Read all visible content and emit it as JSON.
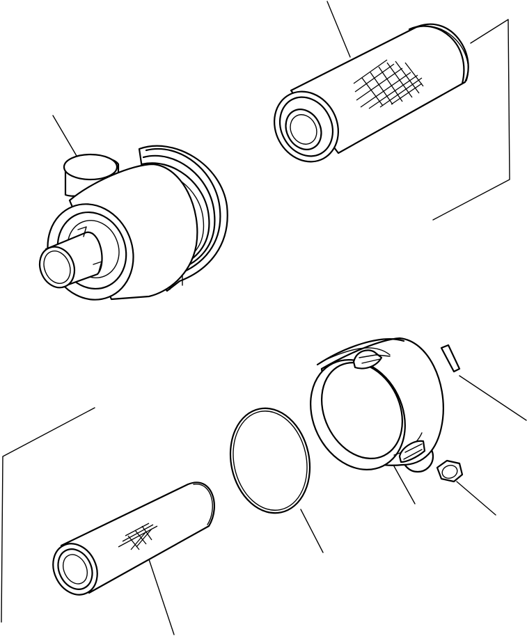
{
  "diagram": {
    "parts": [
      {
        "name": "outer-filter-element",
        "icon": "cylindrical-mesh-filter"
      },
      {
        "name": "air-cleaner-body",
        "icon": "finned-housing"
      },
      {
        "name": "inner-safety-element",
        "icon": "small-mesh-filter"
      },
      {
        "name": "o-ring-seal",
        "icon": "ring"
      },
      {
        "name": "end-cover-with-clamp",
        "icon": "cover-cup"
      },
      {
        "name": "vacuator-valve",
        "icon": "rubber-valve-tab"
      },
      {
        "name": "plug-nut",
        "icon": "hex-nut"
      }
    ],
    "line_color": "#000000",
    "background": "#ffffff"
  }
}
